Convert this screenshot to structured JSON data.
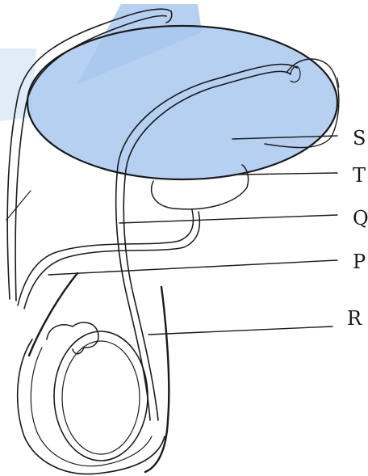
{
  "labels": {
    "s": "S",
    "t": "T",
    "q": "Q",
    "p": "P",
    "r": "R"
  },
  "colors": {
    "highlight": "#a9c8ee",
    "ink": "#1a1a1a",
    "background": "#ffffff"
  }
}
